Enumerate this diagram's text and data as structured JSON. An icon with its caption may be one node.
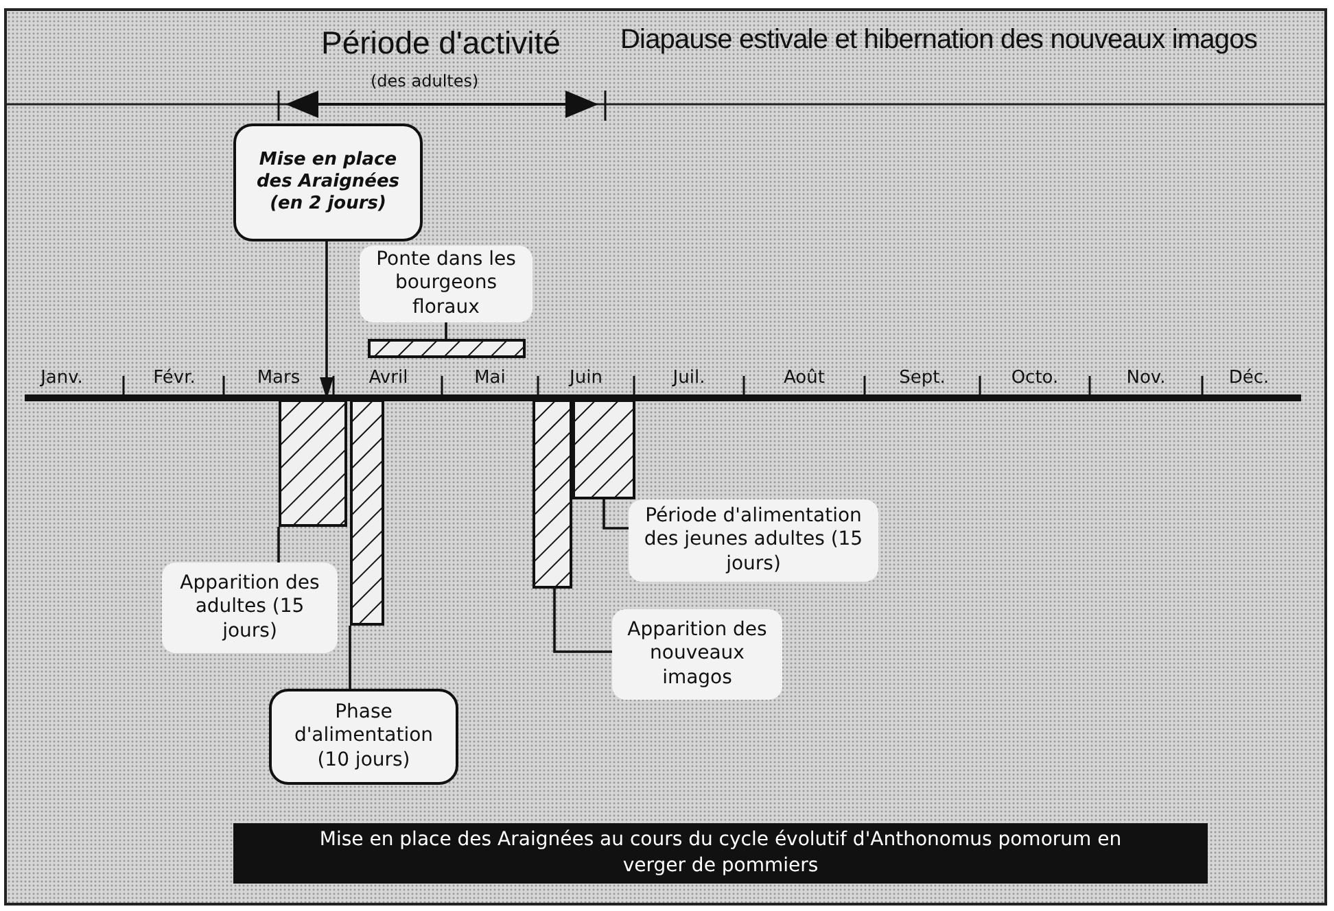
{
  "diagram": {
    "caption": "Mise en place des Araignées au cours du cycle évolutif d'Anthonomus pomorum en verger de pommiers",
    "nodes": [
      {
        "text": [
          "Mise en place des Araignées (en 2 jours)"
        ]
      },
      {
        "text": [
          "Ponte dans les bourgeons floraux"
        ]
      },
      {
        "text": [],
        "shape": "bar"
      },
      {
        "text": [],
        "shape": "bar"
      },
      {
        "text": [],
        "shape": "bar"
      },
      {
        "text": [],
        "shape": "bar"
      },
      {
        "text": [],
        "shape": "bar"
      },
      {
        "text": [
          "Apparition des adultes (15 jours)"
        ]
      },
      {
        "text": [
          "Phase d'alimentation (10 jours)"
        ]
      },
      {
        "text": [
          "Apparition des nouveaux imagos"
        ]
      },
      {
        "text": [
          "Période d'alimentation des jeunes adultes (15 jours)"
        ]
      }
    ],
    "edges": [
      {
        "from": 0,
        "to": 3,
        "arrow": "to"
      },
      {
        "from": 1,
        "to": 2,
        "arrow": "none"
      },
      {
        "from": 7,
        "to": 3,
        "arrow": "none"
      },
      {
        "from": 8,
        "to": 4,
        "arrow": "none"
      },
      {
        "from": 9,
        "to": 5,
        "arrow": "none"
      },
      {
        "from": 10,
        "to": 6,
        "arrow": "none"
      }
    ],
    "labels": [
      "Période d'activité",
      "(des adultes)",
      "Diapause estivale et hibernation des nouveaux imagos",
      "Janv.",
      "Févr.",
      "Mars",
      "Avril",
      "Mai",
      "Juin",
      "Juil.",
      "Août",
      "Sept.",
      "Octo.",
      "Nov.",
      "Déc."
    ]
  }
}
